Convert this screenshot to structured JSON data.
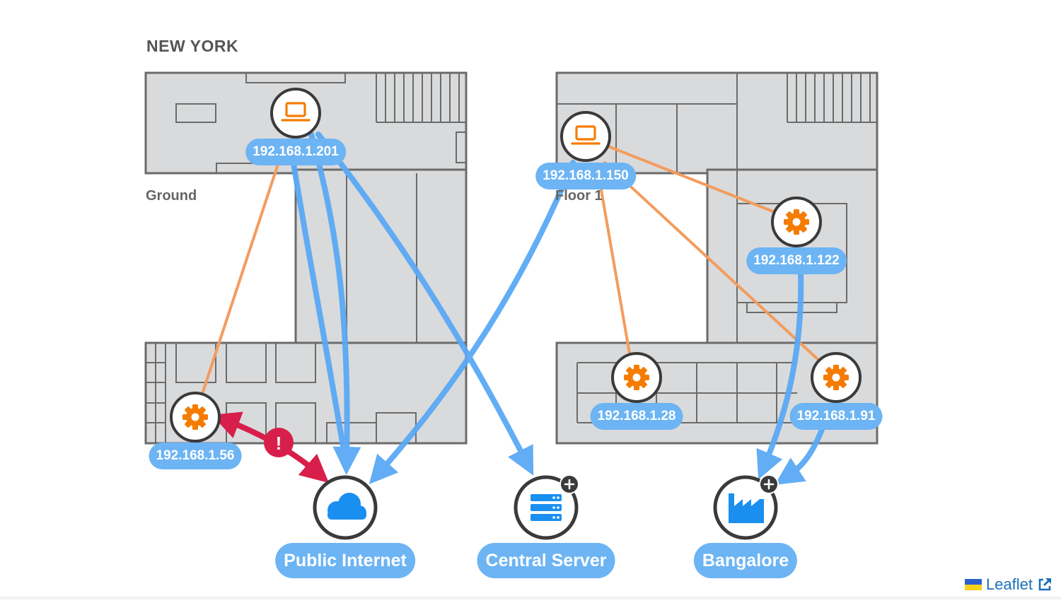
{
  "map": {
    "city": "NEW YORK",
    "floors": {
      "ground": "Ground",
      "floor1": "Floor 1"
    }
  },
  "nodes": {
    "ny_ground_laptop": {
      "label": "192.168.1.201",
      "icon": "laptop-icon"
    },
    "ny_ground_gear": {
      "label": "192.168.1.56",
      "icon": "gear-icon"
    },
    "ny_floor1_laptop": {
      "label": "192.168.1.150",
      "icon": "laptop-icon"
    },
    "ny_floor1_gear_a": {
      "label": "192.168.1.122",
      "icon": "gear-icon"
    },
    "ny_floor1_gear_b": {
      "label": "192.168.1.28",
      "icon": "gear-icon"
    },
    "ny_floor1_gear_c": {
      "label": "192.168.1.91",
      "icon": "gear-icon"
    },
    "public_internet": {
      "label": "Public Internet",
      "icon": "cloud-icon"
    },
    "central_server": {
      "label": "Central Server",
      "icon": "server-icon",
      "expandable": true
    },
    "bangalore": {
      "label": "Bangalore",
      "icon": "factory-icon",
      "expandable": true
    }
  },
  "colors": {
    "link_local": "#f39c5e",
    "link_remote": "#5aa9f5",
    "link_alert": "#d81e4a",
    "node_orange": "#f57c00",
    "node_blue": "#1a8ff0",
    "label_bg": "#6cb4f3",
    "floorplan_fill": "#d9dadb",
    "floorplan_stroke": "#6b6b6b"
  },
  "alert": {
    "symbol": "!"
  },
  "attribution": {
    "text": "Leaflet",
    "icon": "external-link-icon"
  }
}
